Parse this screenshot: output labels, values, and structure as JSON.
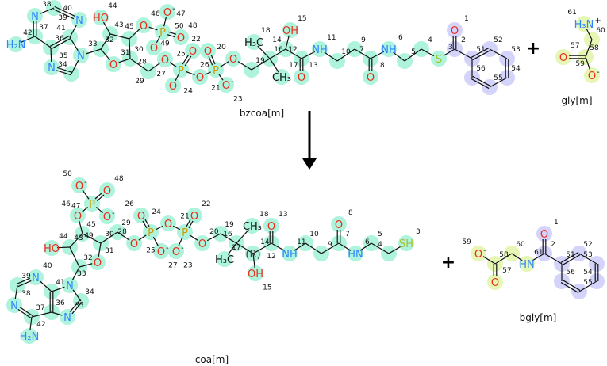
{
  "reaction": {
    "plus_sign": "+",
    "molecules": [
      {
        "id": "bzcoa",
        "name": "bzcoa[m]",
        "atoms": [
          {
            "n": "1",
            "l": "O"
          },
          {
            "n": "2",
            "l": ""
          },
          {
            "n": "3",
            "l": "S"
          },
          {
            "n": "4",
            "l": ""
          },
          {
            "n": "5",
            "l": ""
          },
          {
            "n": "6",
            "l": "NH"
          },
          {
            "n": "7",
            "l": ""
          },
          {
            "n": "8",
            "l": "O"
          },
          {
            "n": "9",
            "l": ""
          },
          {
            "n": "10",
            "l": ""
          },
          {
            "n": "11",
            "l": "NH"
          },
          {
            "n": "12",
            "l": ""
          },
          {
            "n": "13",
            "l": "O"
          },
          {
            "n": "14",
            "l": ""
          },
          {
            "n": "15",
            "l": "OH"
          },
          {
            "n": "16",
            "l": ""
          },
          {
            "n": "17",
            "l": "CH₃"
          },
          {
            "n": "18",
            "l": "H₃C"
          },
          {
            "n": "19",
            "l": ""
          },
          {
            "n": "20",
            "l": "O"
          },
          {
            "n": "21",
            "l": "P"
          },
          {
            "n": "22",
            "l": "O"
          },
          {
            "n": "23",
            "l": "O",
            "c": "-"
          },
          {
            "n": "24",
            "l": "O"
          },
          {
            "n": "25",
            "l": "P"
          },
          {
            "n": "26",
            "l": "O"
          },
          {
            "n": "27",
            "l": "O"
          },
          {
            "n": "28",
            "l": "O"
          },
          {
            "n": "29",
            "l": ""
          },
          {
            "n": "30",
            "l": ""
          },
          {
            "n": "31",
            "l": "O"
          },
          {
            "n": "32",
            "l": ""
          },
          {
            "n": "33",
            "l": "N"
          },
          {
            "n": "34",
            "l": ""
          },
          {
            "n": "35",
            "l": "N"
          },
          {
            "n": "36",
            "l": ""
          },
          {
            "n": "37",
            "l": ""
          },
          {
            "n": "38",
            "l": "N"
          },
          {
            "n": "39",
            "l": ""
          },
          {
            "n": "40",
            "l": "N"
          },
          {
            "n": "41",
            "l": ""
          },
          {
            "n": "42",
            "l": "H₂N"
          },
          {
            "n": "43",
            "l": ""
          },
          {
            "n": "44",
            "l": "HO"
          },
          {
            "n": "45",
            "l": ""
          },
          {
            "n": "46",
            "l": "O"
          },
          {
            "n": "47",
            "l": "P"
          },
          {
            "n": "48",
            "l": "O"
          },
          {
            "n": "49",
            "l": "O"
          },
          {
            "n": "50",
            "l": "O",
            "c": "-"
          },
          {
            "n": "51",
            "l": ""
          },
          {
            "n": "52",
            "l": ""
          },
          {
            "n": "53",
            "l": ""
          },
          {
            "n": "54",
            "l": ""
          },
          {
            "n": "55",
            "l": ""
          },
          {
            "n": "56",
            "l": ""
          }
        ]
      },
      {
        "id": "gly",
        "name": "gly[m]",
        "atoms": [
          {
            "n": "57",
            "l": "O"
          },
          {
            "n": "58",
            "l": ""
          },
          {
            "n": "59",
            "l": "O",
            "c": "-"
          },
          {
            "n": "60",
            "l": ""
          },
          {
            "n": "61",
            "l": "H₃N",
            "c": "+"
          }
        ]
      },
      {
        "id": "coa",
        "name": "coa[m]",
        "atoms": [
          {
            "n": "3",
            "l": "SH"
          },
          {
            "n": "4",
            "l": ""
          },
          {
            "n": "5",
            "l": ""
          },
          {
            "n": "6",
            "l": "HN"
          },
          {
            "n": "7",
            "l": ""
          },
          {
            "n": "8",
            "l": "O"
          },
          {
            "n": "9",
            "l": ""
          },
          {
            "n": "10",
            "l": ""
          },
          {
            "n": "11",
            "l": "NH"
          },
          {
            "n": "12",
            "l": ""
          },
          {
            "n": "13",
            "l": "O"
          },
          {
            "n": "14",
            "l": "(R)"
          },
          {
            "n": "15",
            "l": "OH"
          },
          {
            "n": "16",
            "l": ""
          },
          {
            "n": "17",
            "l": "H₃C"
          },
          {
            "n": "18",
            "l": "CH₃"
          },
          {
            "n": "19",
            "l": ""
          },
          {
            "n": "20",
            "l": "O"
          },
          {
            "n": "21",
            "l": "P"
          },
          {
            "n": "22",
            "l": "O"
          },
          {
            "n": "23",
            "l": "O",
            "c": "-"
          },
          {
            "n": "24",
            "l": "O"
          },
          {
            "n": "25",
            "l": "P"
          },
          {
            "n": "26",
            "l": "O"
          },
          {
            "n": "27",
            "l": "O",
            "c": "-"
          },
          {
            "n": "28",
            "l": "O"
          },
          {
            "n": "29",
            "l": ""
          },
          {
            "n": "30",
            "l": ""
          },
          {
            "n": "31",
            "l": "O"
          },
          {
            "n": "32",
            "l": ""
          },
          {
            "n": "33",
            "l": "N"
          },
          {
            "n": "34",
            "l": ""
          },
          {
            "n": "35",
            "l": "N"
          },
          {
            "n": "36",
            "l": ""
          },
          {
            "n": "37",
            "l": ""
          },
          {
            "n": "38",
            "l": "N"
          },
          {
            "n": "39",
            "l": ""
          },
          {
            "n": "40",
            "l": "N"
          },
          {
            "n": "41",
            "l": ""
          },
          {
            "n": "42",
            "l": "H₂N"
          },
          {
            "n": "43",
            "l": ""
          },
          {
            "n": "44",
            "l": "HO"
          },
          {
            "n": "45",
            "l": ""
          },
          {
            "n": "46",
            "l": "O"
          },
          {
            "n": "47",
            "l": "P"
          },
          {
            "n": "48",
            "l": "O"
          },
          {
            "n": "49",
            "l": "O",
            "c": "-"
          },
          {
            "n": "50",
            "l": "O",
            "c": "-"
          }
        ]
      },
      {
        "id": "bgly",
        "name": "bgly[m]",
        "atoms": [
          {
            "n": "1",
            "l": "O"
          },
          {
            "n": "2",
            "l": ""
          },
          {
            "n": "51",
            "l": ""
          },
          {
            "n": "52",
            "l": ""
          },
          {
            "n": "53",
            "l": ""
          },
          {
            "n": "54",
            "l": ""
          },
          {
            "n": "55",
            "l": ""
          },
          {
            "n": "56",
            "l": ""
          },
          {
            "n": "57",
            "l": "O"
          },
          {
            "n": "58",
            "l": ""
          },
          {
            "n": "59",
            "l": "O",
            "c": "-"
          },
          {
            "n": "60",
            "l": ""
          },
          {
            "n": "61",
            "l": "HN"
          }
        ]
      }
    ]
  },
  "colors": {
    "coa_highlight": "#aef3dc",
    "benzoyl_highlight": "#d4d4fb",
    "gly_highlight": "#e6f6b4",
    "N": "#2f86ff",
    "O": "#ee2a1a",
    "P": "#d09a00",
    "S": "#a8c030",
    "bond": "#111111"
  }
}
